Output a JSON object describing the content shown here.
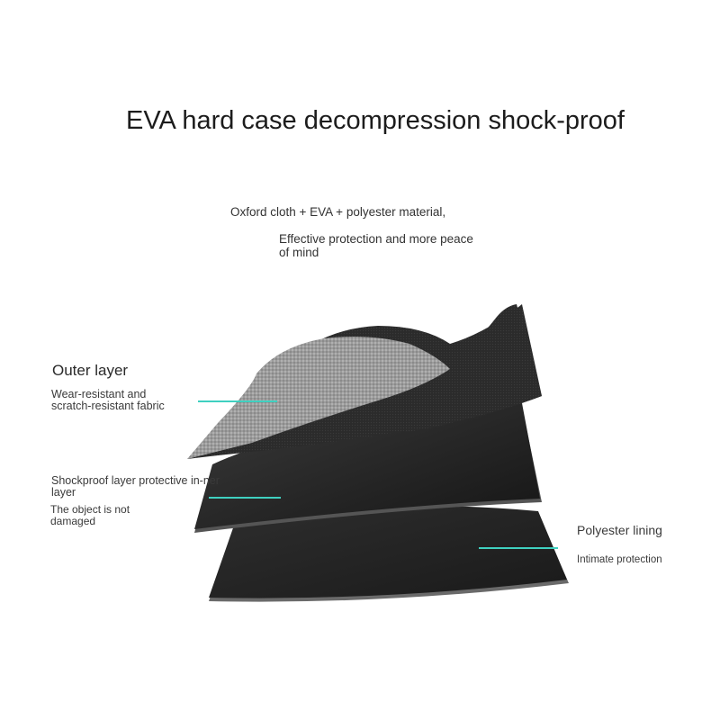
{
  "title": "EVA hard case decompression shock-proof",
  "subtitle": "Oxford cloth + EVA + polyester material,",
  "tagline": "Effective protection and more peace of mind",
  "layers": {
    "outer": {
      "heading": "Outer layer",
      "description": "Wear-resistant and scratch-resistant fabric"
    },
    "shockproof": {
      "heading": "Shockproof layer protective in-ner layer",
      "description": "The object is not damaged"
    },
    "lining": {
      "heading": "Polyester lining",
      "description": "Intimate protection"
    }
  },
  "colors": {
    "pointer_line": "#3fd0c0",
    "outer_fabric": "#9a9a9a",
    "foam": "#2a2a2a"
  }
}
